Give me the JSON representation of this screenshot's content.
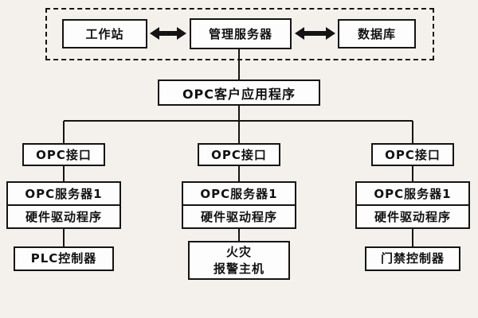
{
  "diagram": {
    "top_group": {
      "workstation": "工作站",
      "management_server": "管理服务器",
      "database": "数据库"
    },
    "client_app": "OPC客户应用程序",
    "columns": [
      {
        "interface": "OPC接口",
        "server": "OPC服务器1",
        "driver": "硬件驱动程序",
        "device": "PLC控制器"
      },
      {
        "interface": "OPC接口",
        "server": "OPC服务器1",
        "driver": "硬件驱动程序",
        "device": "火灾\n报警主机"
      },
      {
        "interface": "OPC接口",
        "server": "OPC服务器1",
        "driver": "硬件驱动程序",
        "device": "门禁控制器"
      }
    ]
  },
  "colors": {
    "background": "#f4f1ec",
    "box_fill": "#fdfdfd",
    "line": "#141414"
  }
}
